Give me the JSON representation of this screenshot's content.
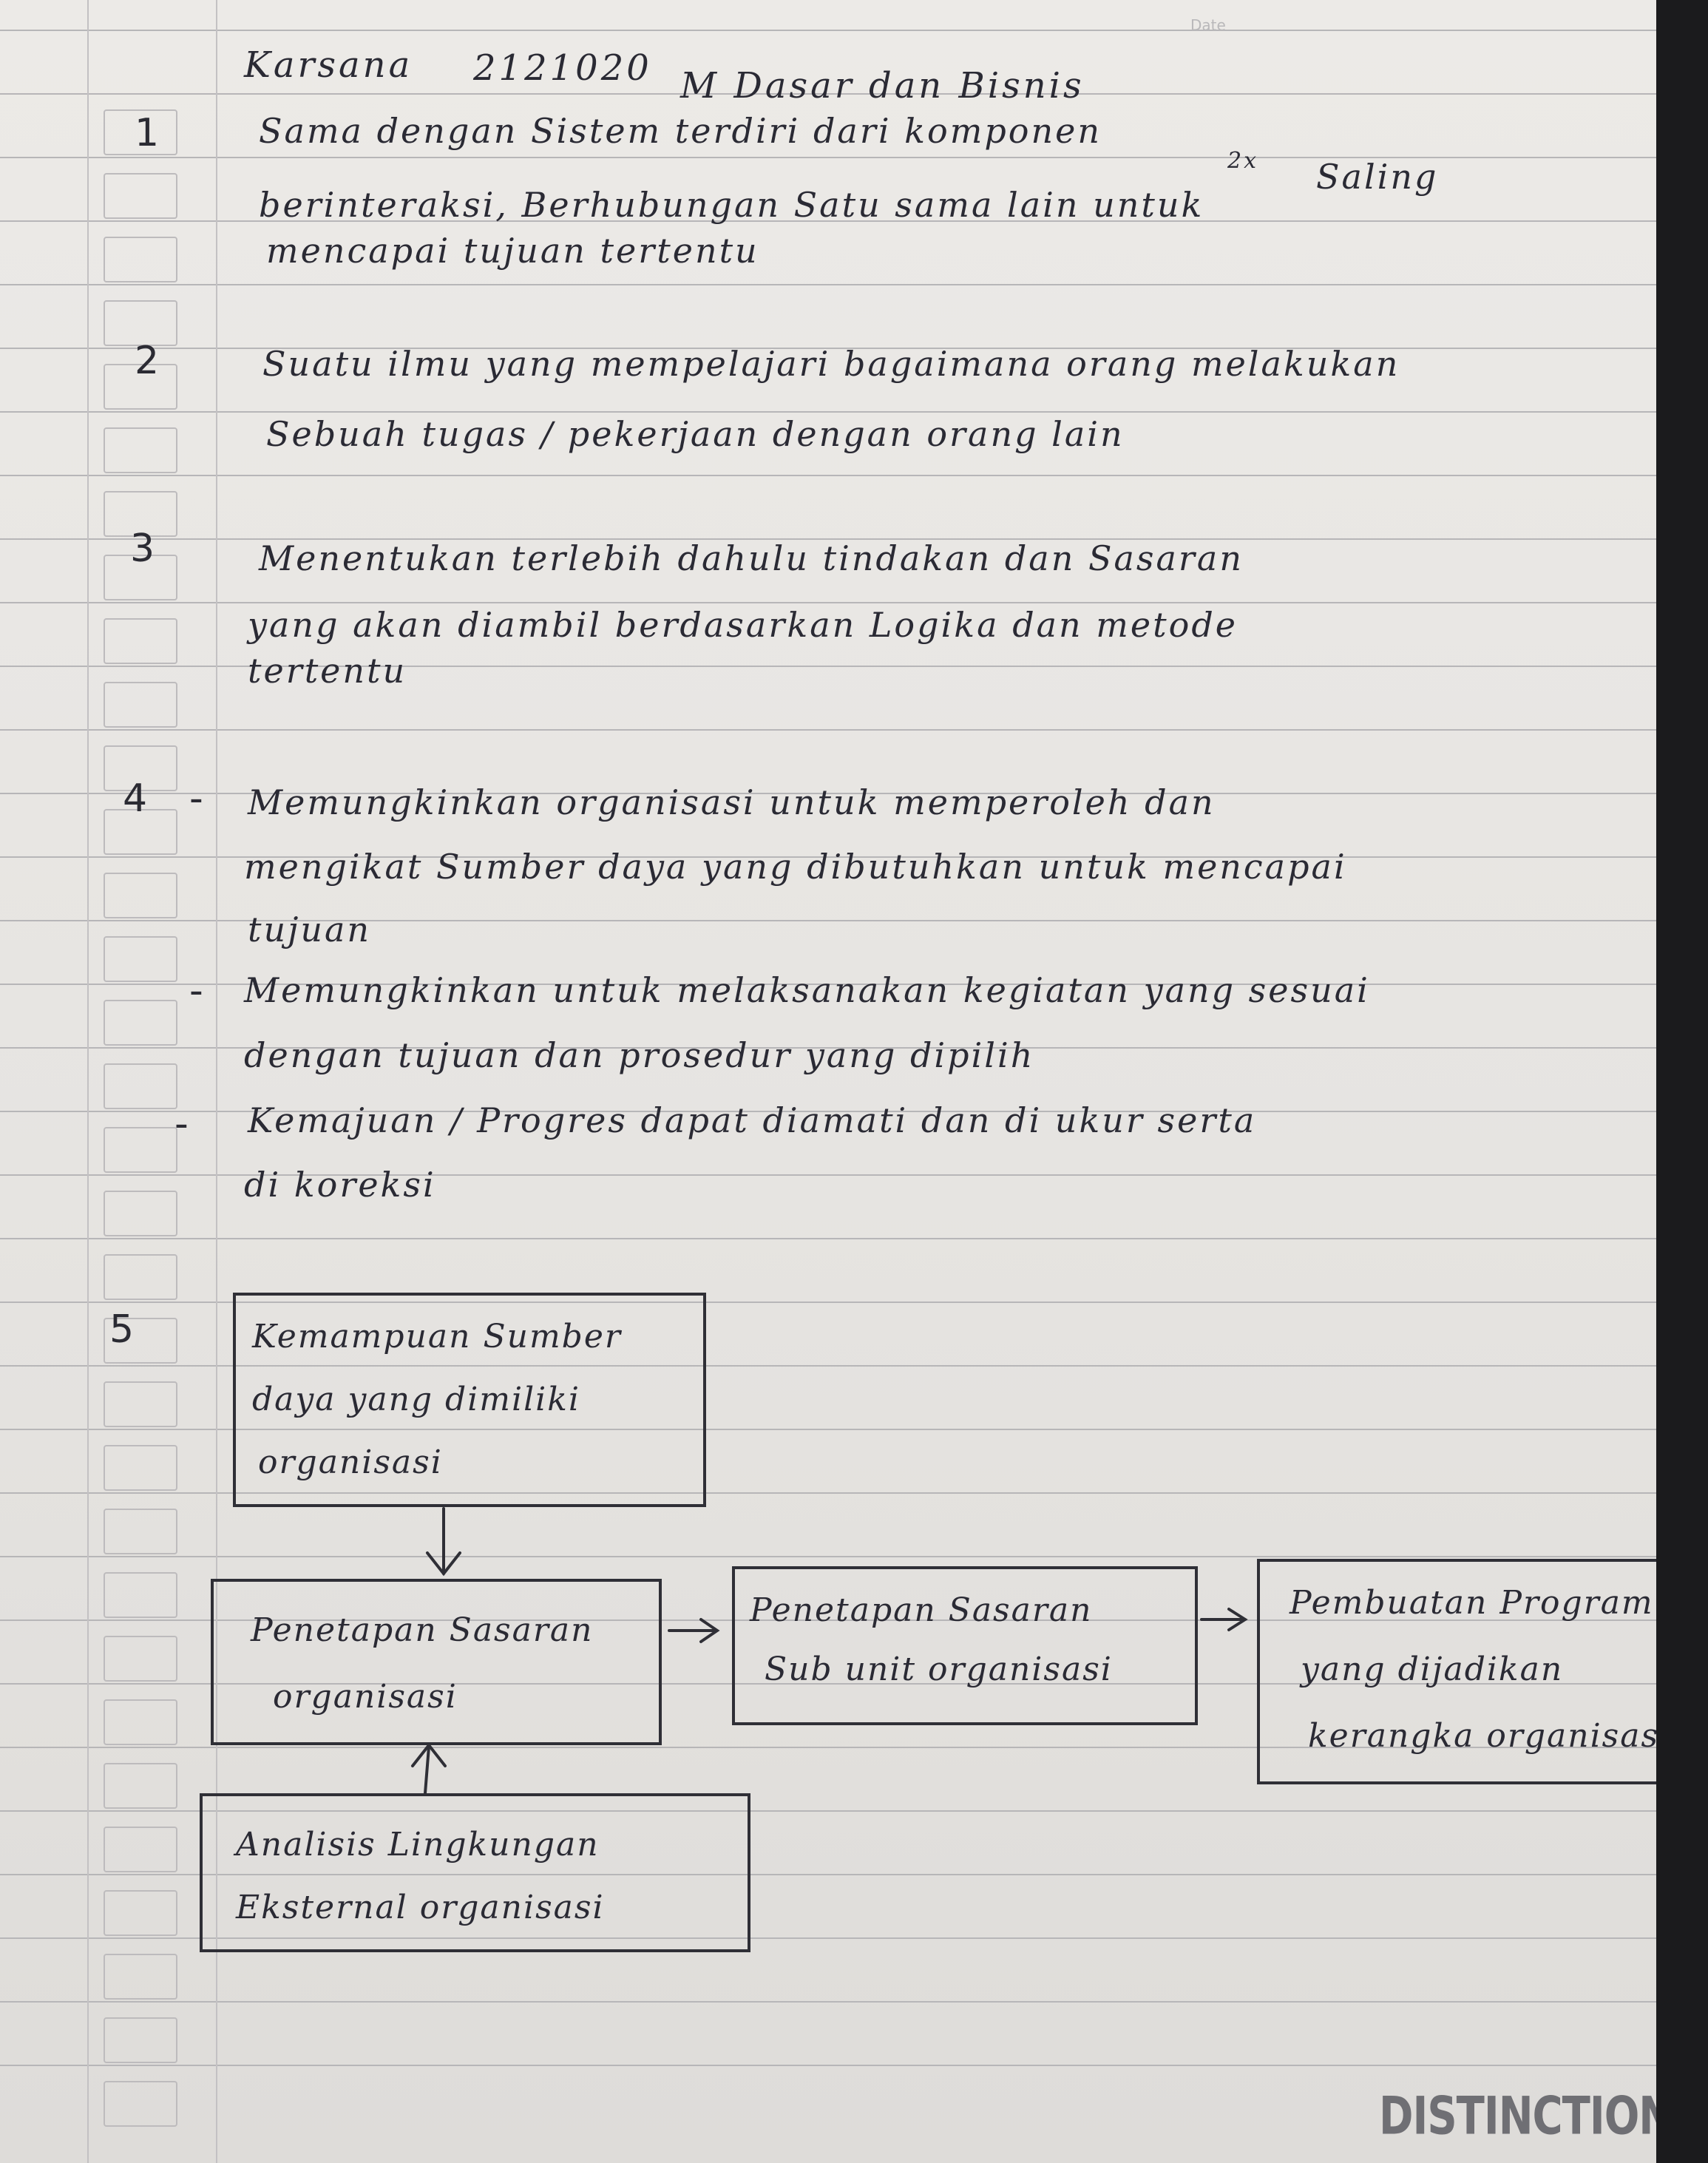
{
  "page": {
    "date_label": "Date",
    "brand": "DISTINCTION"
  },
  "header": {
    "name": "Karsana",
    "id": "2121020",
    "course": "M Dasar dan Bisnis"
  },
  "answers": {
    "a1": {
      "number": "1",
      "lines": [
        "Sama dengan Sistem terdiri dari komponen",
        "berinteraksi, Berhubungan Satu sama lain untuk",
        "mencapai tujuan tertentu"
      ],
      "superscript": "2x",
      "line1_tail": "Saling"
    },
    "a2": {
      "number": "2",
      "lines": [
        "Suatu ilmu yang mempelajari bagaimana orang melakukan",
        "Sebuah tugas / pekerjaan dengan orang lain"
      ]
    },
    "a3": {
      "number": "3",
      "lines": [
        "Menentukan terlebih dahulu tindakan dan Sasaran",
        "yang akan diambil berdasarkan Logika dan metode",
        "tertentu"
      ]
    },
    "a4": {
      "number": "4",
      "points": [
        {
          "dash": "-",
          "lines": [
            "Memungkinkan organisasi untuk memperoleh dan",
            "mengikat Sumber daya yang dibutuhkan untuk mencapai",
            "tujuan"
          ]
        },
        {
          "dash": "-",
          "lines": [
            "Memungkinkan untuk melaksanakan kegiatan yang sesuai",
            "dengan tujuan dan prosedur yang dipilih"
          ]
        },
        {
          "dash": "-",
          "lines": [
            "Kemajuan / Progres dapat diamati dan di ukur serta",
            "di koreksi"
          ]
        }
      ]
    },
    "a5": {
      "number": "5",
      "flow": {
        "resources": [
          "Kemampuan Sumber",
          "daya yang dimiliki",
          "organisasi"
        ],
        "org_targets": [
          "Penetapan Sasaran",
          "organisasi"
        ],
        "subunit_targets": [
          "Penetapan Sasaran",
          "Sub unit organisasi"
        ],
        "programs": [
          "Pembuatan Program",
          "yang dijadikan",
          "kerangka organisasi"
        ],
        "environment": [
          "Analisis Lingkungan",
          "Eksternal organisasi"
        ]
      }
    }
  },
  "colors": {
    "paper": "#e9e7e4",
    "ink": "#2a2a34",
    "rule": "#b7b6b8",
    "background": "#1b1b1d"
  }
}
